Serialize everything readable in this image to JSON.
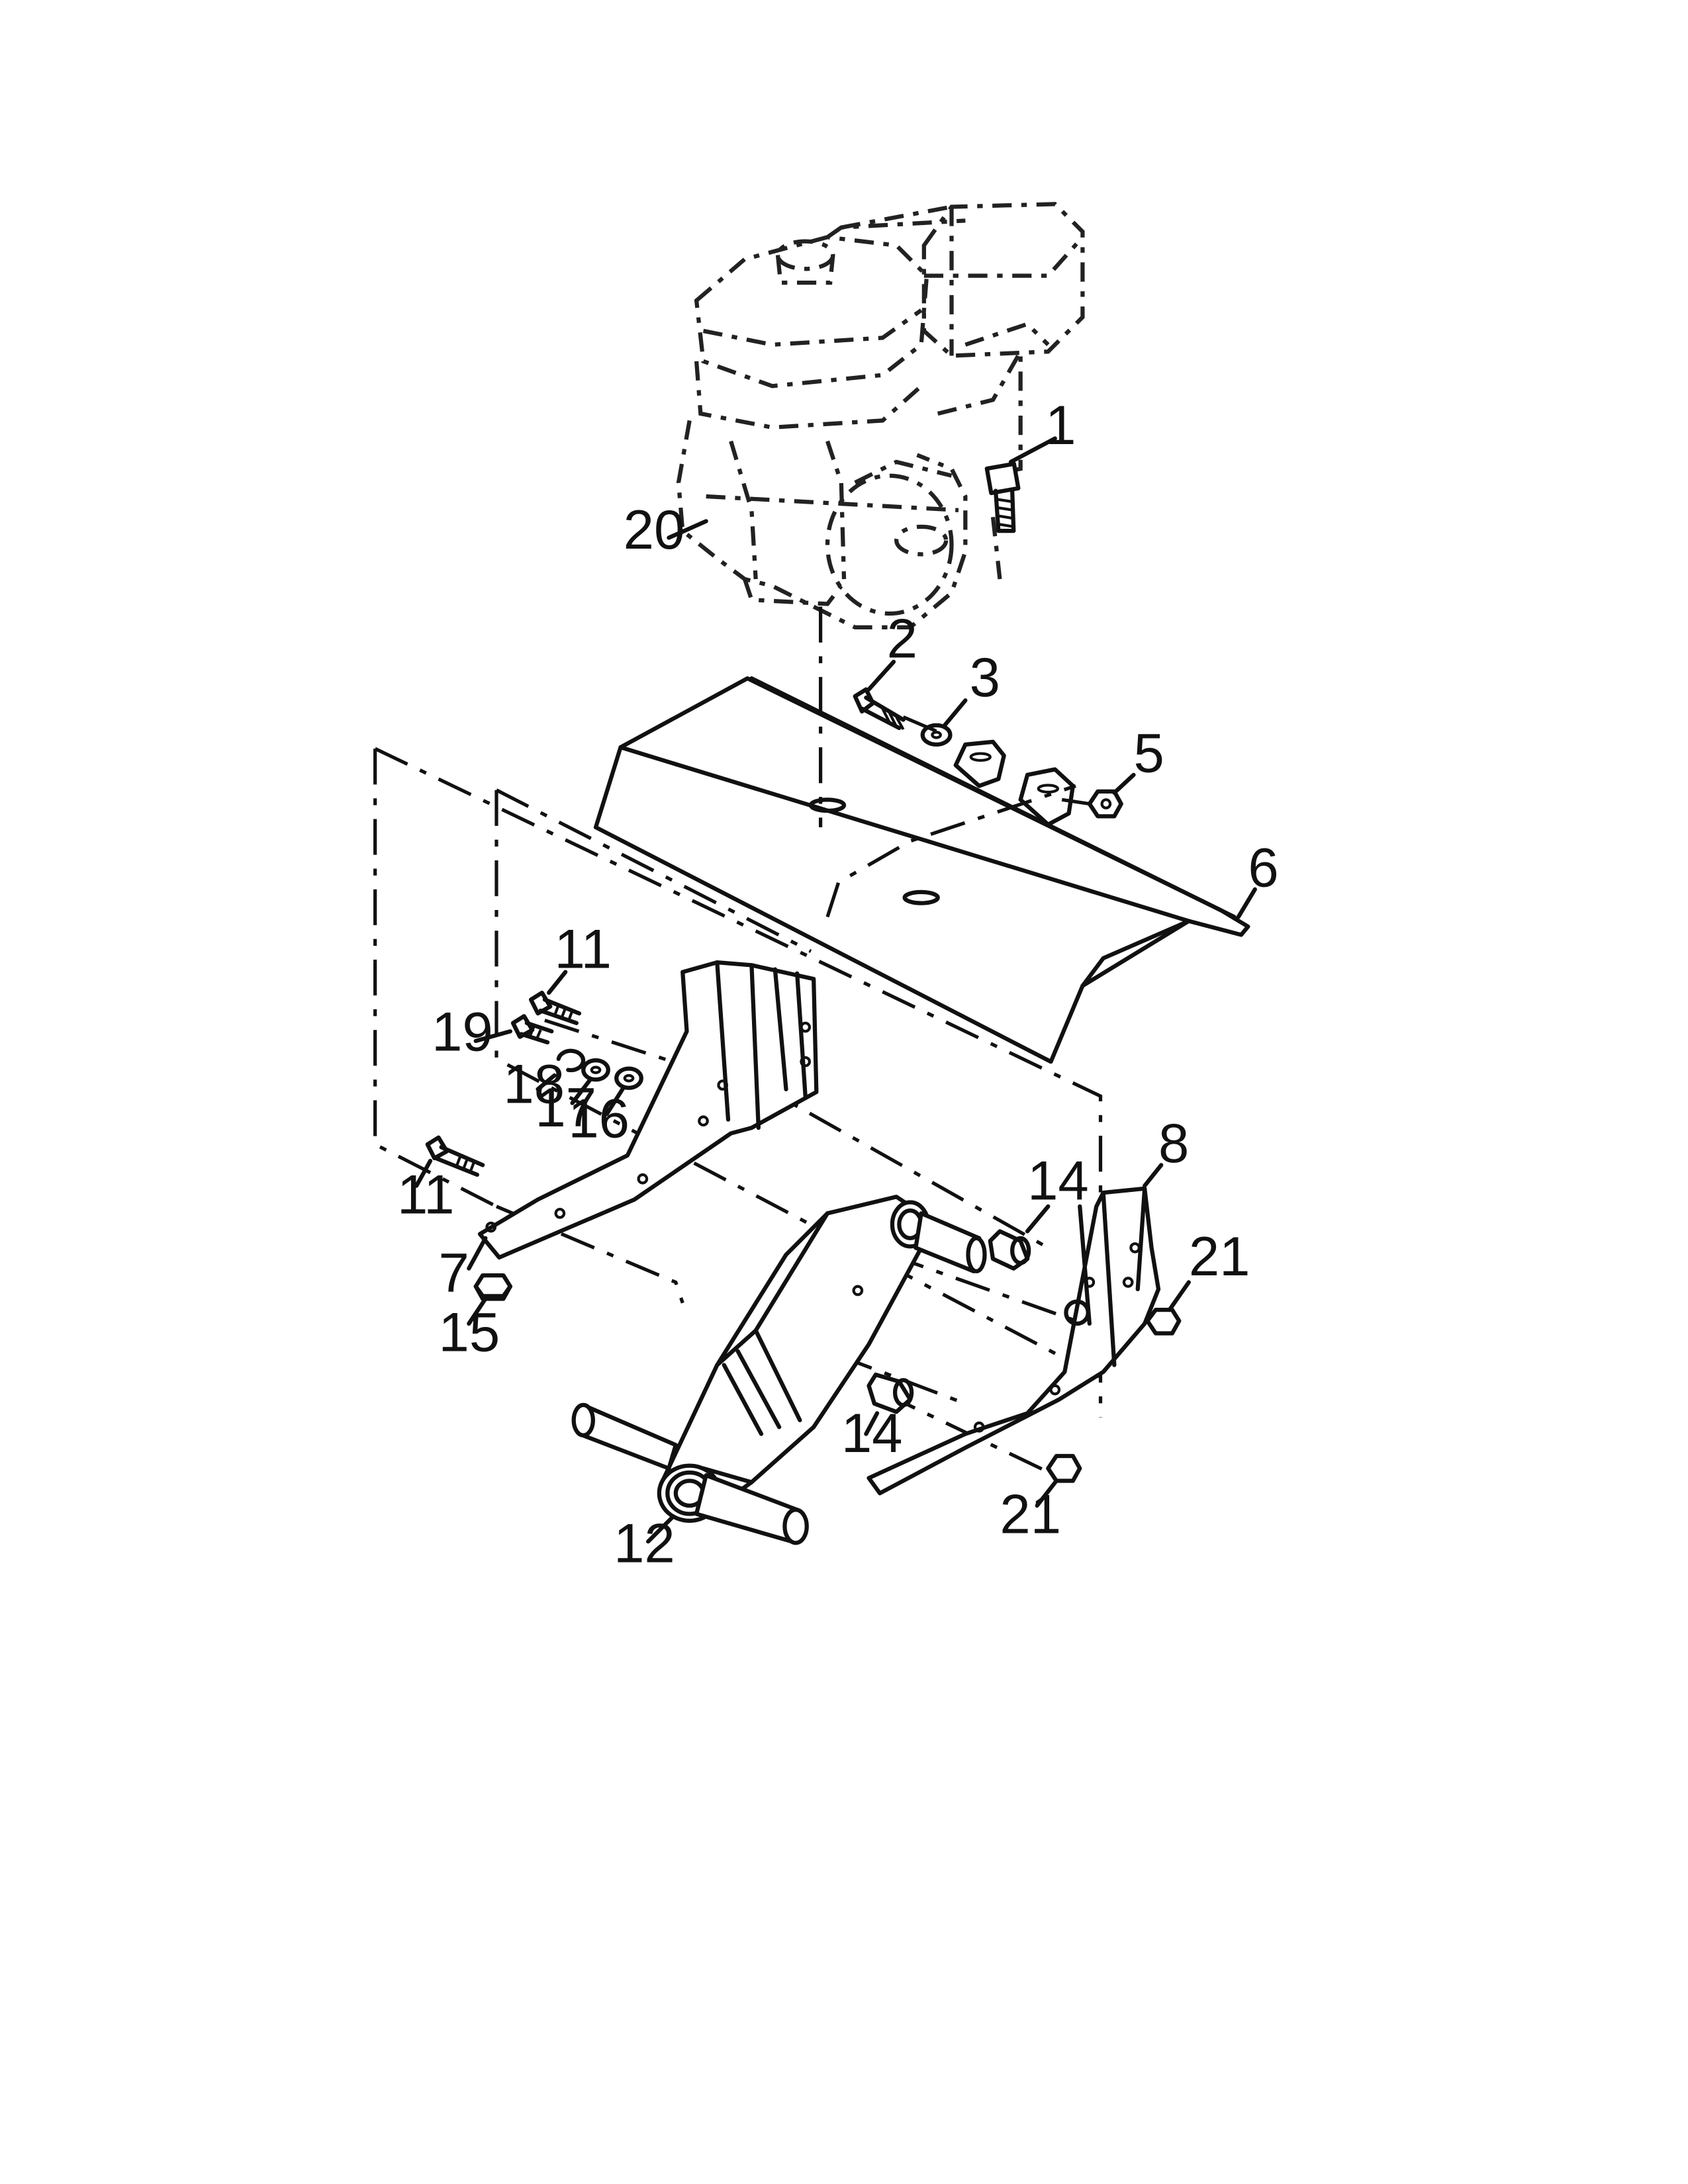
{
  "callouts": [
    {
      "id": "c1",
      "text": "1"
    },
    {
      "id": "c2",
      "text": "2"
    },
    {
      "id": "c3",
      "text": "3"
    },
    {
      "id": "c5",
      "text": "5"
    },
    {
      "id": "c6",
      "text": "6"
    },
    {
      "id": "c7",
      "text": "7"
    },
    {
      "id": "c8",
      "text": "8"
    },
    {
      "id": "c11a",
      "text": "11"
    },
    {
      "id": "c11b",
      "text": "11"
    },
    {
      "id": "c12",
      "text": "12"
    },
    {
      "id": "c14a",
      "text": "14"
    },
    {
      "id": "c14b",
      "text": "14"
    },
    {
      "id": "c15",
      "text": "15"
    },
    {
      "id": "c16",
      "text": "16"
    },
    {
      "id": "c17",
      "text": "17"
    },
    {
      "id": "c18",
      "text": "18"
    },
    {
      "id": "c19",
      "text": "19"
    },
    {
      "id": "c20",
      "text": "20"
    },
    {
      "id": "c21a",
      "text": "21"
    },
    {
      "id": "c21b",
      "text": "21"
    }
  ]
}
